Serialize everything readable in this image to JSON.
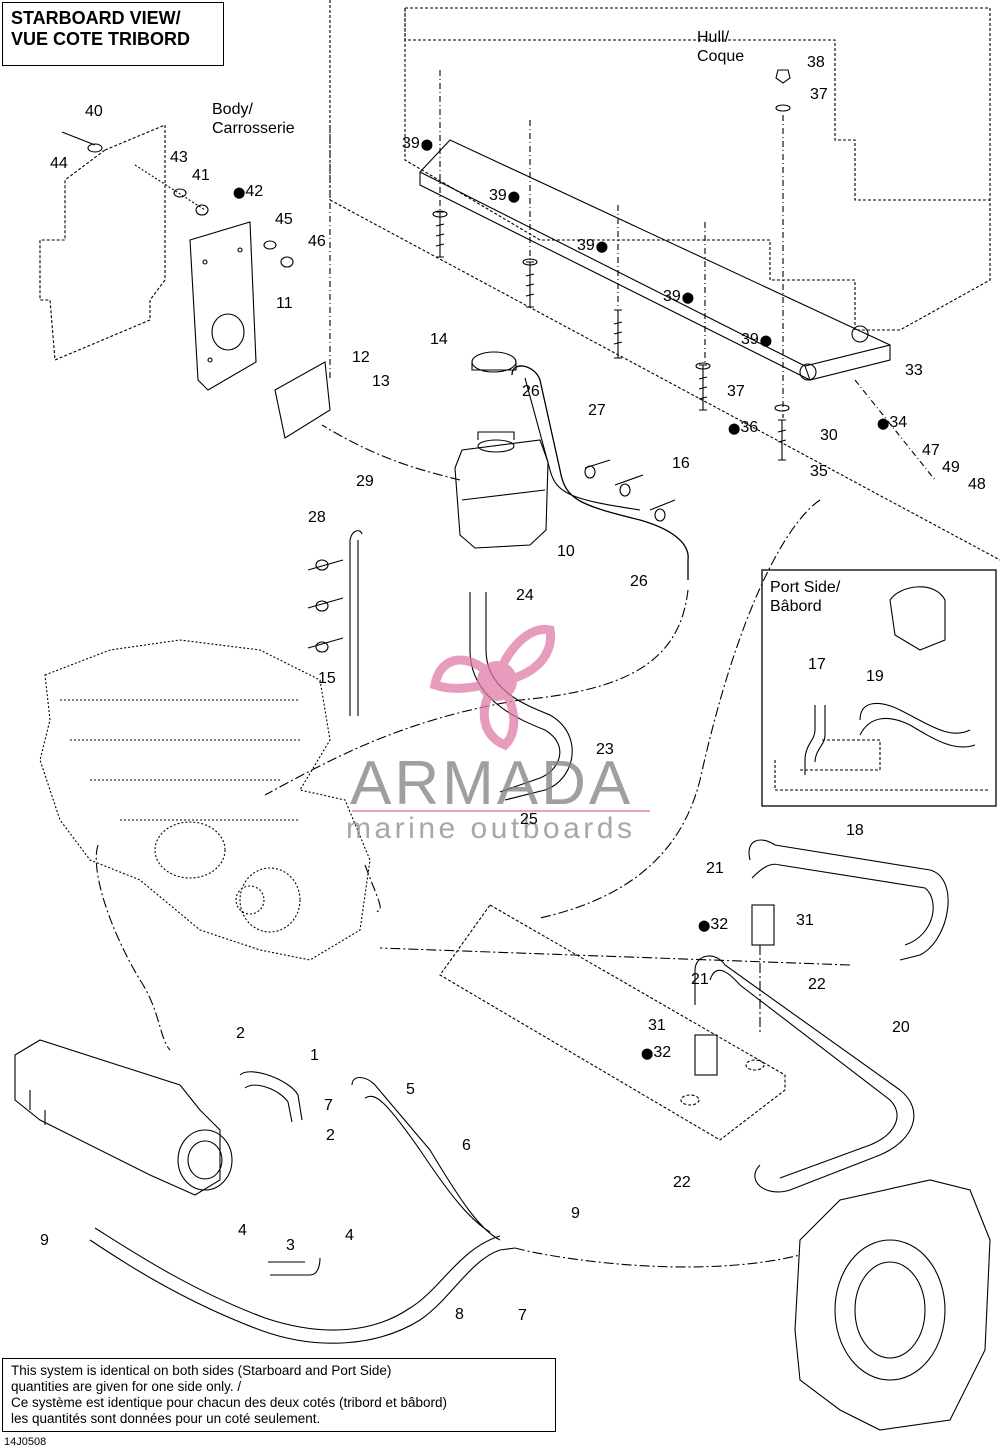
{
  "title": {
    "line1": "STARBOARD VIEW/",
    "line2": "VUE COTE TRIBORD"
  },
  "hull_label": {
    "line1": "Hull/",
    "line2": "Coque"
  },
  "body_label": {
    "line1": "Body/",
    "line2": "Carrosserie"
  },
  "port_side_label": {
    "line1": "Port Side/",
    "line2": "Bâbord"
  },
  "note": {
    "line1": "This system is identical on both sides (Starboard and Port Side)",
    "line2": "quantities are given for one side only. /",
    "line3": "Ce système est identique pour chacun des deux cotés (tribord et bâbord)",
    "line4": "les quantités sont données pour un coté seulement."
  },
  "figure_code": "14J0508",
  "watermark": {
    "brand": "ARMADA",
    "tagline": "marine outboards",
    "accent_color": "#e07aa8"
  },
  "drop_icon_color": "#000000",
  "callouts": [
    {
      "text": "40"
    },
    {
      "text": "44"
    },
    {
      "text": "43"
    },
    {
      "text": "41"
    },
    {
      "text": "42",
      "drop": true
    },
    {
      "text": "45"
    },
    {
      "text": "46"
    },
    {
      "text": "11"
    },
    {
      "text": "12"
    },
    {
      "text": "13"
    },
    {
      "text": "14"
    },
    {
      "text": "26"
    },
    {
      "text": "27"
    },
    {
      "text": "16"
    },
    {
      "text": "10"
    },
    {
      "text": "29"
    },
    {
      "text": "28"
    },
    {
      "text": "15"
    },
    {
      "text": "24"
    },
    {
      "text": "26"
    },
    {
      "text": "23"
    },
    {
      "text": "25"
    },
    {
      "text": "38"
    },
    {
      "text": "37"
    },
    {
      "text": "39",
      "drop": true
    },
    {
      "text": "39",
      "drop": true
    },
    {
      "text": "39",
      "drop": true
    },
    {
      "text": "39",
      "drop": true
    },
    {
      "text": "39",
      "drop": true
    },
    {
      "text": "33"
    },
    {
      "text": "34",
      "drop": true
    },
    {
      "text": "37"
    },
    {
      "text": "36",
      "drop": true
    },
    {
      "text": "35"
    },
    {
      "text": "30"
    },
    {
      "text": "47"
    },
    {
      "text": "49"
    },
    {
      "text": "48"
    },
    {
      "text": "17"
    },
    {
      "text": "19"
    },
    {
      "text": "18"
    },
    {
      "text": "21"
    },
    {
      "text": "32",
      "drop": true
    },
    {
      "text": "31"
    },
    {
      "text": "22"
    },
    {
      "text": "21"
    },
    {
      "text": "31"
    },
    {
      "text": "32",
      "drop": true
    },
    {
      "text": "20"
    },
    {
      "text": "22"
    },
    {
      "text": "2"
    },
    {
      "text": "1"
    },
    {
      "text": "2"
    },
    {
      "text": "7"
    },
    {
      "text": "5"
    },
    {
      "text": "6"
    },
    {
      "text": "4"
    },
    {
      "text": "3"
    },
    {
      "text": "4"
    },
    {
      "text": "9"
    },
    {
      "text": "9"
    },
    {
      "text": "7"
    },
    {
      "text": "8"
    }
  ]
}
